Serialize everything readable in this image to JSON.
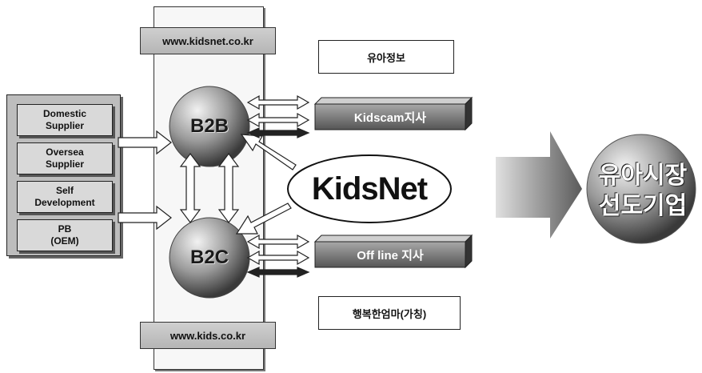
{
  "suppliers": [
    {
      "label": "Domestic\nSupplier"
    },
    {
      "label": "Oversea\nSupplier"
    },
    {
      "label": "Self\nDevelopment"
    },
    {
      "label": "PB\n(OEM)"
    }
  ],
  "center": {
    "url_top": "www.kidsnet.co.kr",
    "url_bottom": "www.kids.co.kr",
    "b2b": "B2B",
    "b2c": "B2C"
  },
  "right": {
    "info_label": "유아정보",
    "branch_top": "Kidscam지사",
    "brand": "KidsNet",
    "branch_bottom": "Off line 지사",
    "bottom_label": "행복한엄마(가칭)"
  },
  "result": {
    "line1": "유아시장",
    "line2": "선도기업"
  },
  "colors": {
    "panel": "#e2e2e2",
    "dark": "#3a3a3a",
    "arrow_fill": "#ffffff"
  }
}
